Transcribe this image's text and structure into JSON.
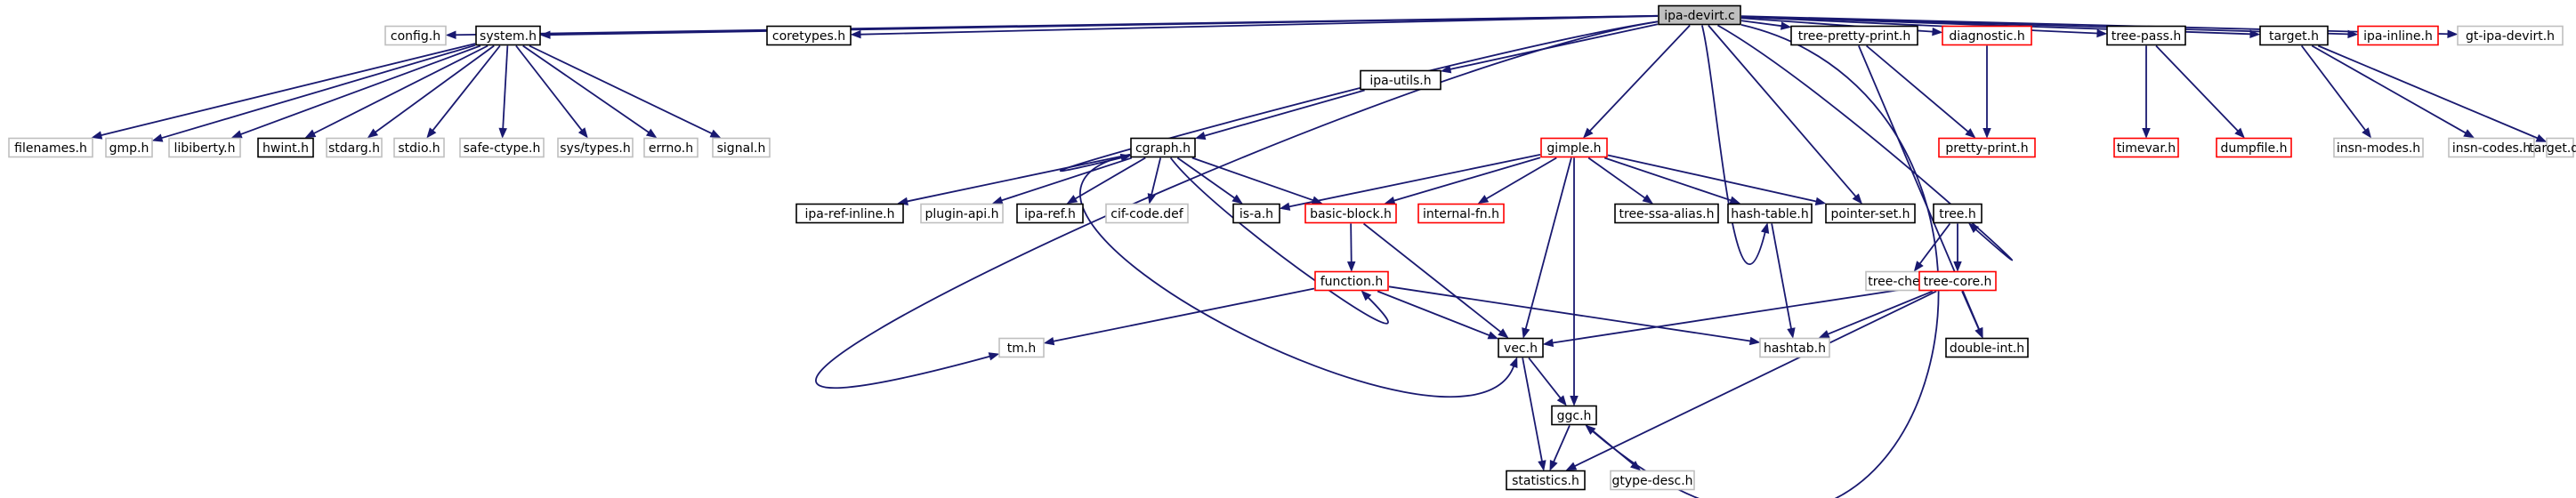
{
  "diagram": {
    "type": "include-dependency-graph",
    "colors": {
      "edge": "#191970",
      "root_fill": "#bfbfbf",
      "documented_border": "#000000",
      "incomplete_border": "#ff0000",
      "undocumented_border": "#bfbfbf"
    },
    "nodes": [
      {
        "id": "ipa-devirt-c",
        "label": "ipa-devirt.c",
        "kind": "root"
      },
      {
        "id": "config-h",
        "label": "config.h",
        "kind": "grey"
      },
      {
        "id": "system-h",
        "label": "system.h",
        "kind": "black"
      },
      {
        "id": "coretypes-h",
        "label": "coretypes.h",
        "kind": "black"
      },
      {
        "id": "ipa-utils-h",
        "label": "ipa-utils.h",
        "kind": "black"
      },
      {
        "id": "tree-pretty-print-h",
        "label": "tree-pretty-print.h",
        "kind": "black"
      },
      {
        "id": "diagnostic-h",
        "label": "diagnostic.h",
        "kind": "red"
      },
      {
        "id": "tree-pass-h",
        "label": "tree-pass.h",
        "kind": "black"
      },
      {
        "id": "target-h",
        "label": "target.h",
        "kind": "black"
      },
      {
        "id": "ipa-inline-h",
        "label": "ipa-inline.h",
        "kind": "red"
      },
      {
        "id": "gt-ipa-devirt-h",
        "label": "gt-ipa-devirt.h",
        "kind": "grey"
      },
      {
        "id": "filenames-h",
        "label": "filenames.h",
        "kind": "grey"
      },
      {
        "id": "gmp-h",
        "label": "gmp.h",
        "kind": "grey"
      },
      {
        "id": "libiberty-h",
        "label": "libiberty.h",
        "kind": "grey"
      },
      {
        "id": "hwint-h",
        "label": "hwint.h",
        "kind": "black"
      },
      {
        "id": "stdarg-h",
        "label": "stdarg.h",
        "kind": "grey"
      },
      {
        "id": "stdio-h",
        "label": "stdio.h",
        "kind": "grey"
      },
      {
        "id": "safe-ctype-h",
        "label": "safe-ctype.h",
        "kind": "grey"
      },
      {
        "id": "sys-types-h",
        "label": "sys/types.h",
        "kind": "grey"
      },
      {
        "id": "errno-h",
        "label": "errno.h",
        "kind": "grey"
      },
      {
        "id": "signal-h",
        "label": "signal.h",
        "kind": "grey"
      },
      {
        "id": "cgraph-h",
        "label": "cgraph.h",
        "kind": "black"
      },
      {
        "id": "gimple-h",
        "label": "gimple.h",
        "kind": "red"
      },
      {
        "id": "pretty-print-h",
        "label": "pretty-print.h",
        "kind": "red"
      },
      {
        "id": "timevar-h",
        "label": "timevar.h",
        "kind": "red"
      },
      {
        "id": "dumpfile-h",
        "label": "dumpfile.h",
        "kind": "red"
      },
      {
        "id": "insn-modes-h",
        "label": "insn-modes.h",
        "kind": "grey"
      },
      {
        "id": "insn-codes-h",
        "label": "insn-codes.h",
        "kind": "grey"
      },
      {
        "id": "target-def",
        "label": "target.def",
        "kind": "grey"
      },
      {
        "id": "ipa-ref-inline-h",
        "label": "ipa-ref-inline.h",
        "kind": "black"
      },
      {
        "id": "plugin-api-h",
        "label": "plugin-api.h",
        "kind": "grey"
      },
      {
        "id": "ipa-ref-h",
        "label": "ipa-ref.h",
        "kind": "black"
      },
      {
        "id": "cif-code-def",
        "label": "cif-code.def",
        "kind": "grey"
      },
      {
        "id": "is-a-h",
        "label": "is-a.h",
        "kind": "black"
      },
      {
        "id": "basic-block-h",
        "label": "basic-block.h",
        "kind": "red"
      },
      {
        "id": "internal-fn-h",
        "label": "internal-fn.h",
        "kind": "red"
      },
      {
        "id": "tree-ssa-alias-h",
        "label": "tree-ssa-alias.h",
        "kind": "black"
      },
      {
        "id": "hash-table-h",
        "label": "hash-table.h",
        "kind": "black"
      },
      {
        "id": "pointer-set-h",
        "label": "pointer-set.h",
        "kind": "black"
      },
      {
        "id": "tree-h",
        "label": "tree.h",
        "kind": "black"
      },
      {
        "id": "function-h",
        "label": "function.h",
        "kind": "red"
      },
      {
        "id": "tree-check-h",
        "label": "tree-check.h",
        "kind": "grey"
      },
      {
        "id": "tree-core-h",
        "label": "tree-core.h",
        "kind": "red"
      },
      {
        "id": "tm-h",
        "label": "tm.h",
        "kind": "grey"
      },
      {
        "id": "vec-h",
        "label": "vec.h",
        "kind": "black"
      },
      {
        "id": "hashtab-h",
        "label": "hashtab.h",
        "kind": "grey"
      },
      {
        "id": "double-int-h",
        "label": "double-int.h",
        "kind": "black"
      },
      {
        "id": "ggc-h",
        "label": "ggc.h",
        "kind": "black"
      },
      {
        "id": "statistics-h",
        "label": "statistics.h",
        "kind": "black"
      },
      {
        "id": "gtype-desc-h",
        "label": "gtype-desc.h",
        "kind": "grey"
      }
    ],
    "edges": [
      [
        "ipa-devirt-c",
        "config-h"
      ],
      [
        "ipa-devirt-c",
        "system-h"
      ],
      [
        "ipa-devirt-c",
        "coretypes-h"
      ],
      [
        "ipa-devirt-c",
        "ipa-utils-h"
      ],
      [
        "ipa-devirt-c",
        "cgraph-h"
      ],
      [
        "ipa-devirt-c",
        "tm-h"
      ],
      [
        "ipa-devirt-c",
        "gimple-h"
      ],
      [
        "ipa-devirt-c",
        "hash-table-h"
      ],
      [
        "ipa-devirt-c",
        "pointer-set-h"
      ],
      [
        "ipa-devirt-c",
        "tree-pretty-print-h"
      ],
      [
        "ipa-devirt-c",
        "diagnostic-h"
      ],
      [
        "ipa-devirt-c",
        "tree-h"
      ],
      [
        "ipa-devirt-c",
        "ggc-h"
      ],
      [
        "ipa-devirt-c",
        "tree-pass-h"
      ],
      [
        "ipa-devirt-c",
        "target-h"
      ],
      [
        "ipa-devirt-c",
        "ipa-inline-h"
      ],
      [
        "ipa-devirt-c",
        "gt-ipa-devirt-h"
      ],
      [
        "system-h",
        "filenames-h"
      ],
      [
        "system-h",
        "gmp-h"
      ],
      [
        "system-h",
        "libiberty-h"
      ],
      [
        "system-h",
        "hwint-h"
      ],
      [
        "system-h",
        "stdarg-h"
      ],
      [
        "system-h",
        "stdio-h"
      ],
      [
        "system-h",
        "safe-ctype-h"
      ],
      [
        "system-h",
        "sys-types-h"
      ],
      [
        "system-h",
        "errno-h"
      ],
      [
        "system-h",
        "signal-h"
      ],
      [
        "ipa-utils-h",
        "cgraph-h"
      ],
      [
        "cgraph-h",
        "ipa-ref-inline-h"
      ],
      [
        "cgraph-h",
        "plugin-api-h"
      ],
      [
        "cgraph-h",
        "ipa-ref-h"
      ],
      [
        "cgraph-h",
        "cif-code-def"
      ],
      [
        "cgraph-h",
        "is-a-h"
      ],
      [
        "cgraph-h",
        "basic-block-h"
      ],
      [
        "cgraph-h",
        "function-h"
      ],
      [
        "cgraph-h",
        "vec-h"
      ],
      [
        "gimple-h",
        "is-a-h"
      ],
      [
        "gimple-h",
        "basic-block-h"
      ],
      [
        "gimple-h",
        "internal-fn-h"
      ],
      [
        "gimple-h",
        "tree-ssa-alias-h"
      ],
      [
        "gimple-h",
        "hash-table-h"
      ],
      [
        "gimple-h",
        "pointer-set-h"
      ],
      [
        "gimple-h",
        "vec-h"
      ],
      [
        "gimple-h",
        "ggc-h"
      ],
      [
        "basic-block-h",
        "function-h"
      ],
      [
        "basic-block-h",
        "vec-h"
      ],
      [
        "function-h",
        "tm-h"
      ],
      [
        "function-h",
        "vec-h"
      ],
      [
        "function-h",
        "hashtab-h"
      ],
      [
        "hash-table-h",
        "hashtab-h"
      ],
      [
        "tree-pretty-print-h",
        "pretty-print-h"
      ],
      [
        "tree-pretty-print-h",
        "double-int-h"
      ],
      [
        "diagnostic-h",
        "pretty-print-h"
      ],
      [
        "tree-h",
        "tree-check-h"
      ],
      [
        "tree-h",
        "tree-core-h"
      ],
      [
        "tree-core-h",
        "vec-h"
      ],
      [
        "tree-core-h",
        "hashtab-h"
      ],
      [
        "tree-core-h",
        "double-int-h"
      ],
      [
        "tree-core-h",
        "statistics-h"
      ],
      [
        "tree-pass-h",
        "timevar-h"
      ],
      [
        "tree-pass-h",
        "dumpfile-h"
      ],
      [
        "target-h",
        "insn-modes-h"
      ],
      [
        "target-h",
        "insn-codes-h"
      ],
      [
        "target-h",
        "target-def"
      ],
      [
        "vec-h",
        "ggc-h"
      ],
      [
        "vec-h",
        "statistics-h"
      ],
      [
        "ggc-h",
        "statistics-h"
      ],
      [
        "ggc-h",
        "gtype-desc-h"
      ]
    ]
  }
}
